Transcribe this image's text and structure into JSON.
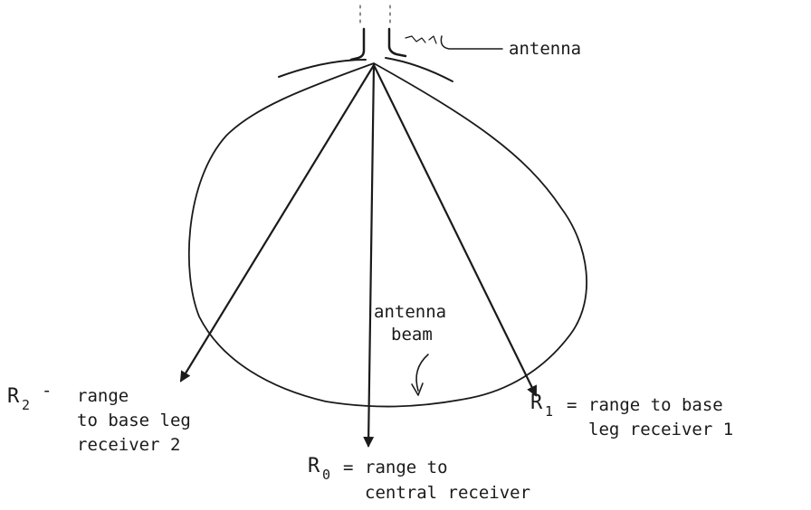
{
  "labels": {
    "antenna": "antenna",
    "beam_line1": "antenna",
    "beam_line2": "beam",
    "r2": {
      "symbol": "R",
      "subscript": "2",
      "sep": "-",
      "line1": "range",
      "line2": "to base leg",
      "line3": "receiver 2"
    },
    "r0": {
      "symbol": "R",
      "subscript": "0",
      "sep": "=",
      "line1": "range to",
      "line2": "central receiver"
    },
    "r1": {
      "symbol": "R",
      "subscript": "1",
      "sep": "=",
      "line1": "range to base",
      "line2": "leg receiver 1"
    }
  },
  "colors": {
    "ink": "#1a1a1a",
    "background": "#ffffff"
  }
}
